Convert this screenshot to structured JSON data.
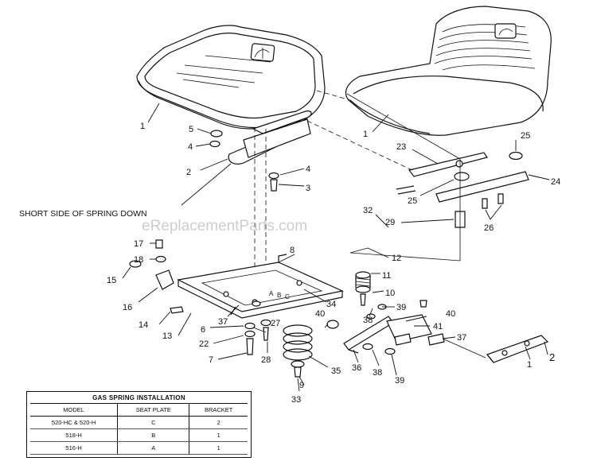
{
  "watermark": "eReplacementParts.com",
  "note": "SHORT SIDE OF SPRING DOWN",
  "callouts": {
    "c1a": "1",
    "c1b": "1",
    "c1c": "1",
    "c2a": "2",
    "c2b": "2",
    "c3": "3",
    "c4a": "4",
    "c4b": "4",
    "c5": "5",
    "c6": "6",
    "c7": "7",
    "c8": "8",
    "c9": "9",
    "c10": "10",
    "c11": "11",
    "c12": "12",
    "c13": "13",
    "c14": "14",
    "c15": "15",
    "c16": "16",
    "c17": "17",
    "c18": "18",
    "c22": "22",
    "c23": "23",
    "c24": "24",
    "c25a": "25",
    "c25b": "25",
    "c26": "26",
    "c27": "27",
    "c28": "28",
    "c29": "29",
    "c32": "32",
    "c33": "33",
    "c34": "34",
    "c35": "35",
    "c36": "36",
    "c37a": "37",
    "c37b": "37",
    "c38a": "38",
    "c38b": "38",
    "c39a": "39",
    "c39b": "39",
    "c40a": "40",
    "c40b": "40",
    "c41": "41",
    "plate_a": "A",
    "plate_b": "B",
    "plate_c": "C"
  },
  "legend": {
    "title": "GAS SPRING INSTALLATION",
    "headers": [
      "MODEL",
      "SEAT PLATE",
      "BRACKET"
    ],
    "rows": [
      [
        "520-HC & 520-H",
        "C",
        "2"
      ],
      [
        "518-H",
        "B",
        "1"
      ],
      [
        "516-H",
        "A",
        "1"
      ]
    ]
  }
}
